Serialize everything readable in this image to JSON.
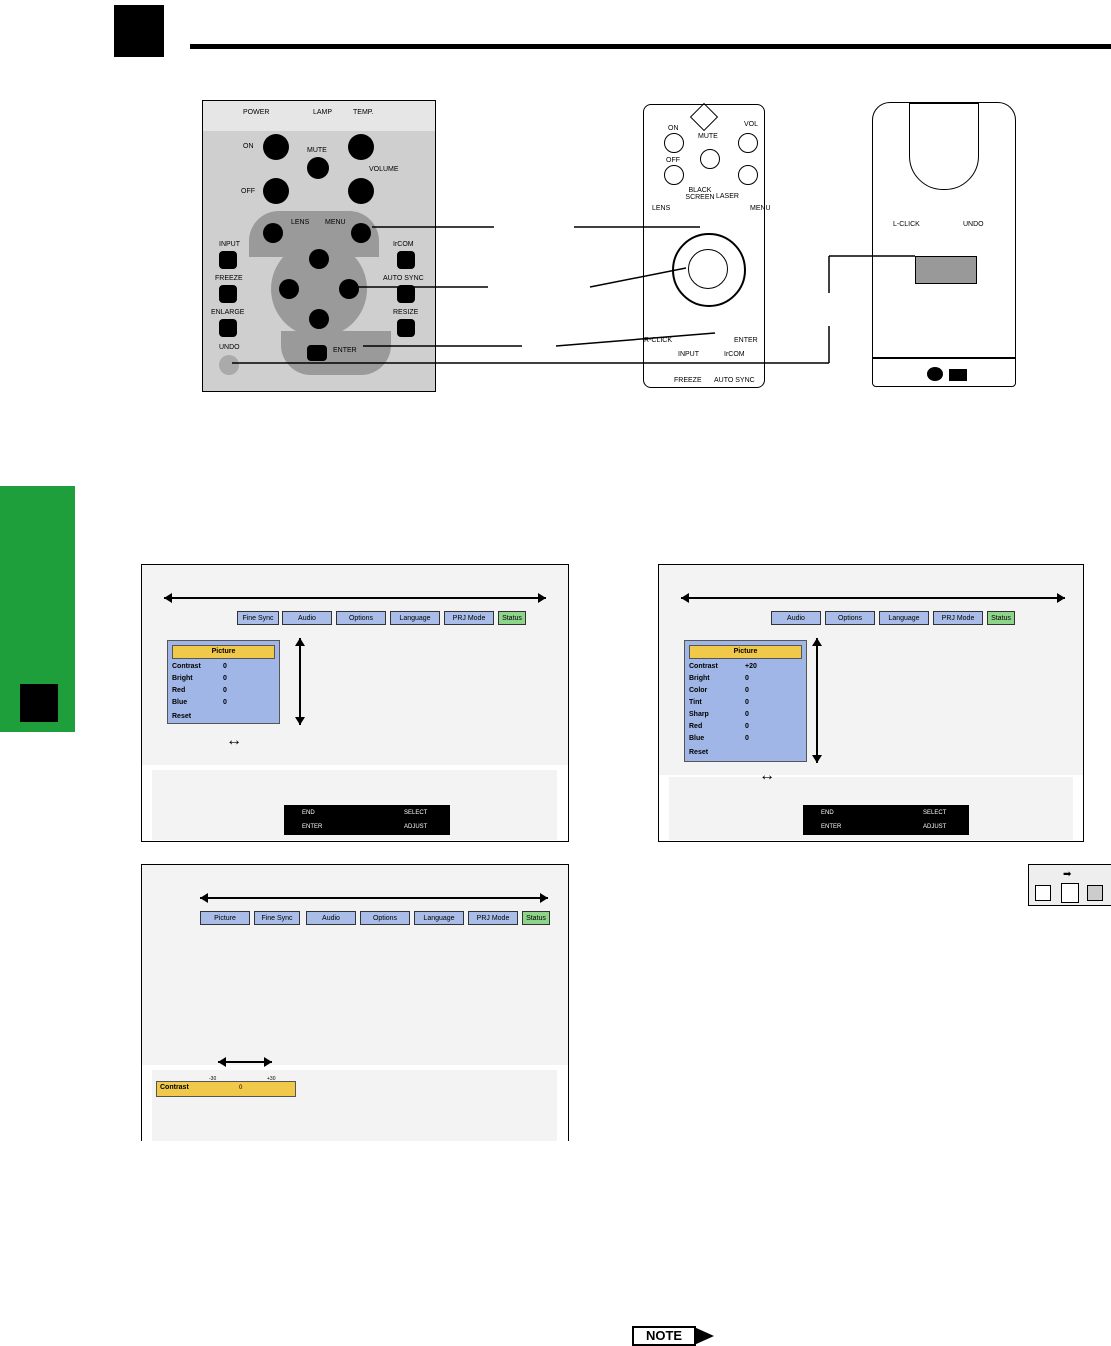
{
  "header": {
    "icon": "pointing-hand-icon"
  },
  "side_tab": {
    "color": "#1f9e3c",
    "icon": "pointing-hand-icon"
  },
  "projector_panel": {
    "indicators": [
      "POWER",
      "LAMP",
      "TEMP."
    ],
    "labels": {
      "on": "ON",
      "off": "OFF",
      "mute": "MUTE",
      "volume": "VOLUME",
      "lens": "LENS",
      "menu": "MENU",
      "input": "INPUT",
      "ircom": "IrCOM",
      "freeze": "FREEZE",
      "auto_sync": "AUTO SYNC",
      "enlarge": "ENLARGE",
      "resize": "RESIZE",
      "undo": "UNDO",
      "enter": "ENTER"
    }
  },
  "remote_front": {
    "labels": {
      "on": "ON",
      "off": "OFF",
      "mute": "MUTE",
      "vol": "VOL",
      "black_screen": "BLACK SCREEN",
      "laser": "LASER",
      "lens": "LENS",
      "menu": "MENU",
      "r_click": "R-CLICK",
      "enter": "ENTER",
      "input": "INPUT",
      "ircom": "IrCOM",
      "freeze": "FREEZE",
      "auto_sync": "AUTO SYNC"
    }
  },
  "remote_back": {
    "labels": {
      "l_click": "L-CLICK",
      "undo": "UNDO"
    }
  },
  "menu_tabs_a": [
    "Fine Sync",
    "Audio",
    "Options",
    "Language",
    "PRJ Mode",
    "Status"
  ],
  "menu_tabs_b": [
    "Audio",
    "Options",
    "Language",
    "PRJ Mode",
    "Status"
  ],
  "menu_tabs_c": [
    "Picture",
    "Fine Sync",
    "Audio",
    "Options",
    "Language",
    "PRJ Mode",
    "Status"
  ],
  "osd_a": {
    "title": "Picture",
    "rows": [
      {
        "label": "Contrast",
        "value": "0"
      },
      {
        "label": "Bright",
        "value": "0"
      },
      {
        "label": "Red",
        "value": "0"
      },
      {
        "label": "Blue",
        "value": "0"
      }
    ],
    "reset": "Reset"
  },
  "osd_b": {
    "title": "Picture",
    "rows": [
      {
        "label": "Contrast",
        "value": "+20"
      },
      {
        "label": "Bright",
        "value": "0"
      },
      {
        "label": "Color",
        "value": "0"
      },
      {
        "label": "Tint",
        "value": "0"
      },
      {
        "label": "Sharp",
        "value": "0"
      },
      {
        "label": "Red",
        "value": "0"
      },
      {
        "label": "Blue",
        "value": "0"
      }
    ],
    "reset": "Reset"
  },
  "guide": {
    "end": "END",
    "enter": "ENTER",
    "select": "SELECT",
    "adjust": "ADJUST"
  },
  "contrast_bar": {
    "label": "Contrast",
    "min": "-30",
    "max": "+30",
    "value": "0"
  },
  "note": {
    "label": "NOTE"
  }
}
